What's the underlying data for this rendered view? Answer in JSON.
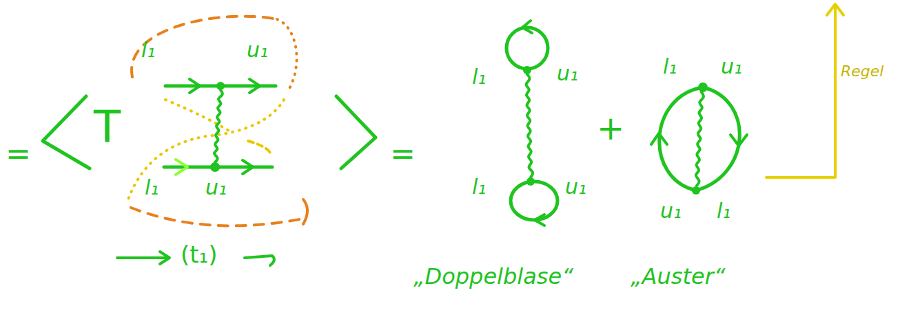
{
  "diagram": {
    "labels": [
      "=",
      "T",
      "l₁",
      "u₁",
      "l₁",
      "u₁",
      "(t₁)",
      "=",
      "l₁",
      "u₁",
      "l₁",
      "u₁",
      "+",
      "l₁",
      "u₁",
      "u₁",
      "l₁",
      "Regel",
      "„Doppelblase“",
      "„Auster“"
    ]
  }
}
